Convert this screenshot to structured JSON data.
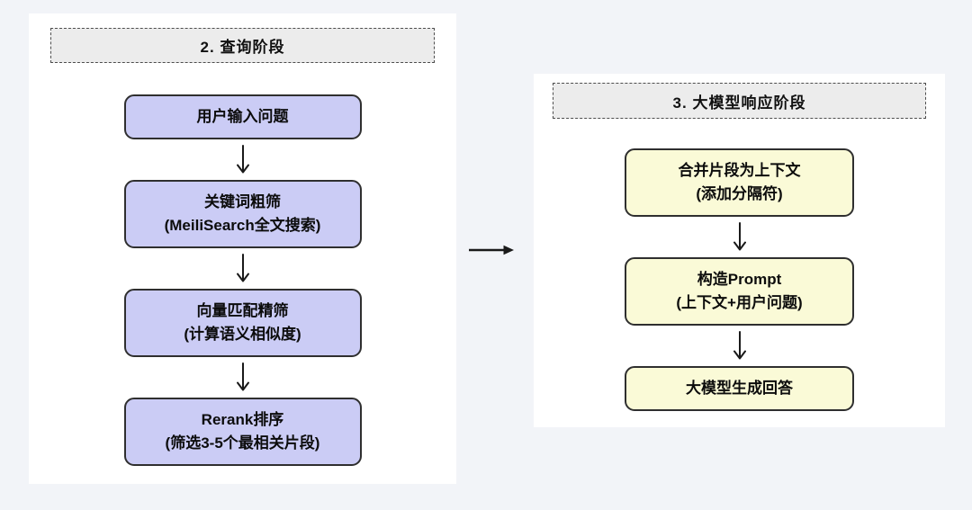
{
  "page": {
    "background_color": "#f2f4f8",
    "panel_color": "#ffffff",
    "title_fill_color": "#ececec",
    "node_border_color": "#2f2f2f",
    "arrow_color": "#1a1a1a"
  },
  "panels": [
    {
      "id": "query-stage",
      "title": "2. 查询阶段",
      "node_fill_color": "#cbccf5",
      "nodes": [
        {
          "lines": [
            "用户输入问题"
          ]
        },
        {
          "lines": [
            "关键词粗筛",
            "(MeiliSearch全文搜索)"
          ]
        },
        {
          "lines": [
            "向量匹配精筛",
            "(计算语义相似度)"
          ]
        },
        {
          "lines": [
            "Rerank排序",
            "(筛选3-5个最相关片段)"
          ]
        }
      ]
    },
    {
      "id": "llm-response-stage",
      "title": "3. 大模型响应阶段",
      "node_fill_color": "#fafad7",
      "nodes": [
        {
          "lines": [
            "合并片段为上下文",
            "(添加分隔符)"
          ]
        },
        {
          "lines": [
            "构造Prompt",
            "(上下文+用户问题)"
          ]
        },
        {
          "lines": [
            "大模型生成回答"
          ]
        }
      ]
    }
  ]
}
